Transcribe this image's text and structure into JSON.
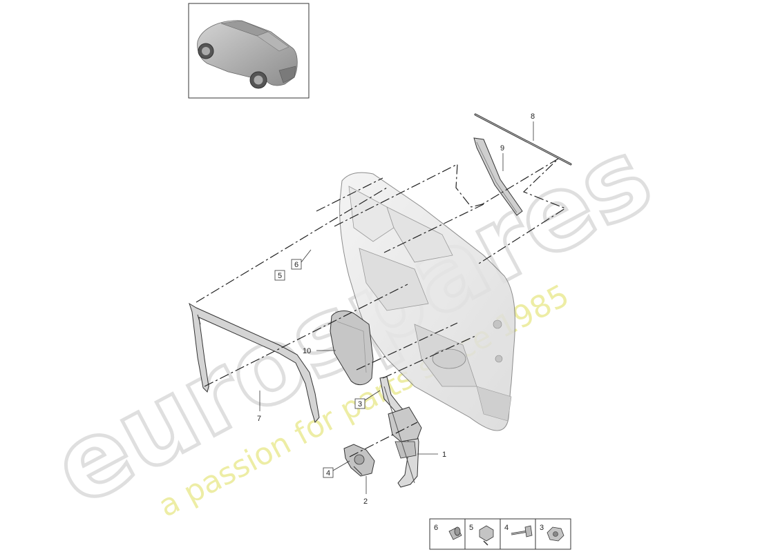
{
  "watermark": {
    "brand": "eurospares",
    "tagline": "a passion for parts since 1985",
    "brand_color": "#d9d9d9",
    "tagline_color": "#eded9e"
  },
  "callouts": {
    "c1": "1",
    "c2": "2",
    "c3": "3",
    "c4": "4",
    "c5": "5",
    "c6": "6",
    "c7": "7",
    "c8": "8",
    "c9": "9",
    "c10": "10"
  },
  "legend": [
    {
      "number": "6",
      "icon": "plug-icon"
    },
    {
      "number": "5",
      "icon": "clip-icon"
    },
    {
      "number": "4",
      "icon": "bolt-icon"
    },
    {
      "number": "3",
      "icon": "nut-icon"
    }
  ],
  "colors": {
    "line": "#333333",
    "part_fill": "#e6e6e6",
    "part_shade": "#c9c9c9"
  }
}
